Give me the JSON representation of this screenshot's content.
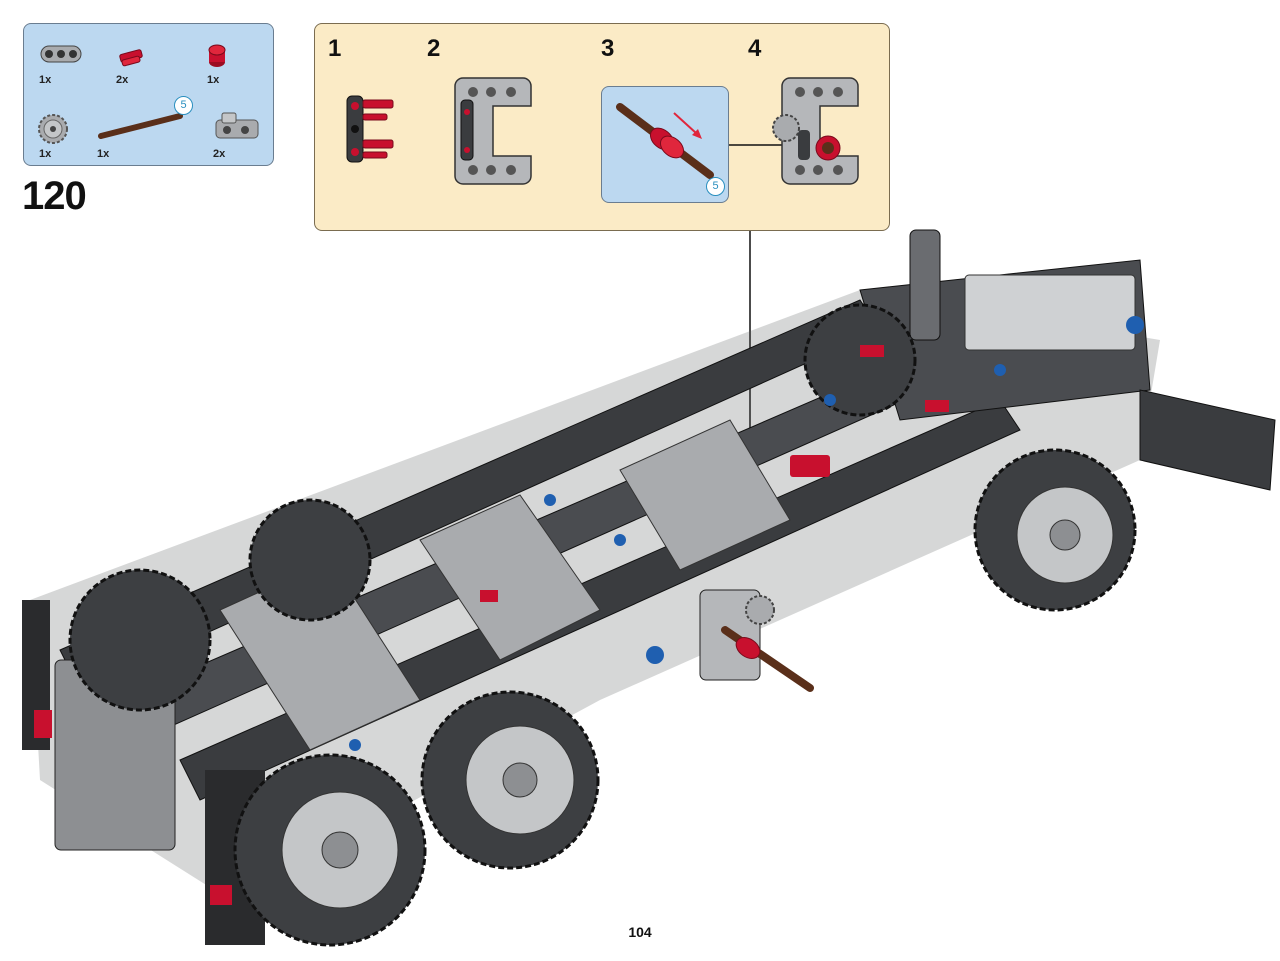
{
  "parts_list": {
    "items": [
      {
        "name": "technic-beam-3",
        "quantity": "1x",
        "color": "#9ea0a3"
      },
      {
        "name": "axle-pin",
        "quantity": "2x",
        "color": "#c8102e"
      },
      {
        "name": "bush",
        "quantity": "1x",
        "color": "#c8102e"
      },
      {
        "name": "gear-12-tooth",
        "quantity": "1x",
        "color": "#9ea0a3"
      },
      {
        "name": "axle-5",
        "quantity": "1x",
        "color": "#5a2f1a",
        "length": "5"
      },
      {
        "name": "connector-block",
        "quantity": "2x",
        "color": "#9ea0a3"
      }
    ]
  },
  "step": {
    "number": "120"
  },
  "sub_steps": [
    {
      "label": "1"
    },
    {
      "label": "2"
    },
    {
      "label": "3"
    },
    {
      "label": "4"
    }
  ],
  "detail": {
    "axle_length": "5"
  },
  "page": {
    "number": "104"
  },
  "colors": {
    "parts_panel": "#bcd8f0",
    "sub_panel": "#fbebc6",
    "dark_beam": "#3a3c3f",
    "light_part": "#a9abae",
    "accent_red": "#c8102e",
    "accent_blue": "#1f5fb0"
  }
}
